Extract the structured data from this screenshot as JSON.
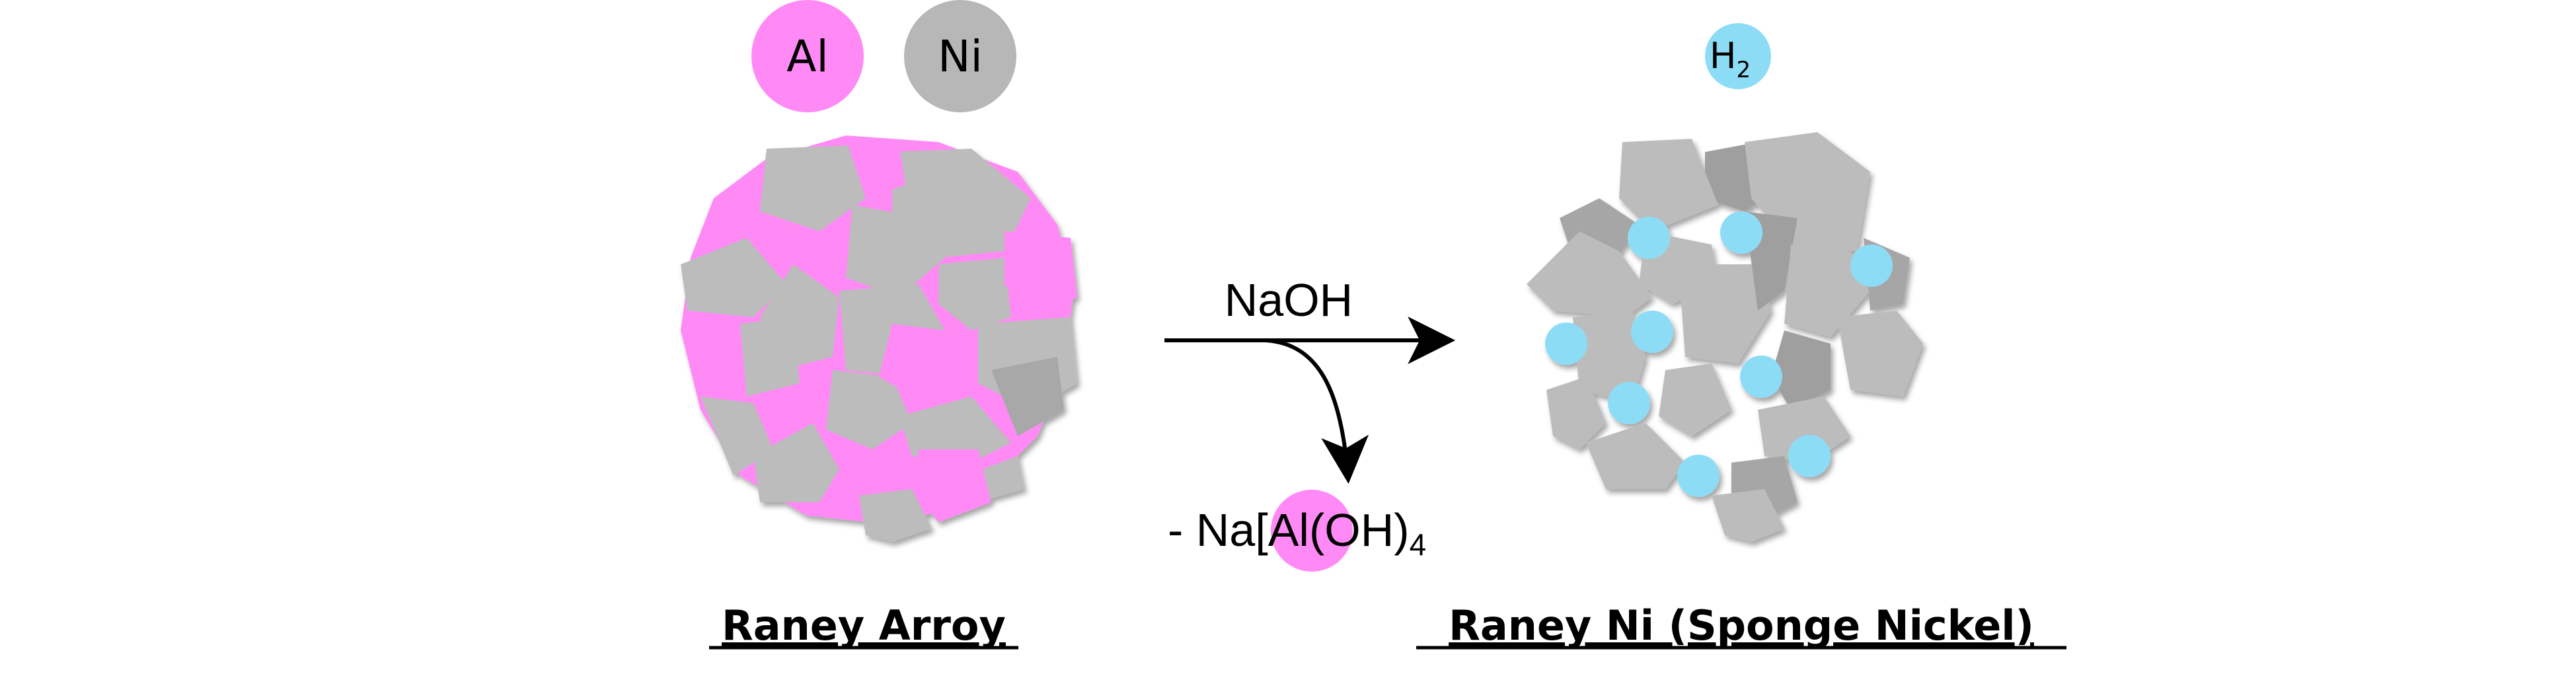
{
  "legend": {
    "al_label": "Al",
    "ni_label": "Ni",
    "al_color": "#ff8af6",
    "ni_color": "#b7b7b7"
  },
  "h2_badge": {
    "label": "H",
    "subscript": "2",
    "color": "#8ddcf6"
  },
  "reaction": {
    "reagent": "NaOH",
    "byproduct_prefix": "- Na[",
    "byproduct_metal": "Al",
    "byproduct_suffix": "(OH)",
    "byproduct_subscript": "4"
  },
  "captions": {
    "left": "Raney Arroy",
    "right": "Raney Ni (Sponge Nickel)"
  },
  "colors": {
    "ni_light": "#bcbcbc",
    "ni_dark": "#9f9f9f",
    "al": "#ff8af6",
    "h2": "#8ddcf6",
    "arrow": "#000000"
  }
}
